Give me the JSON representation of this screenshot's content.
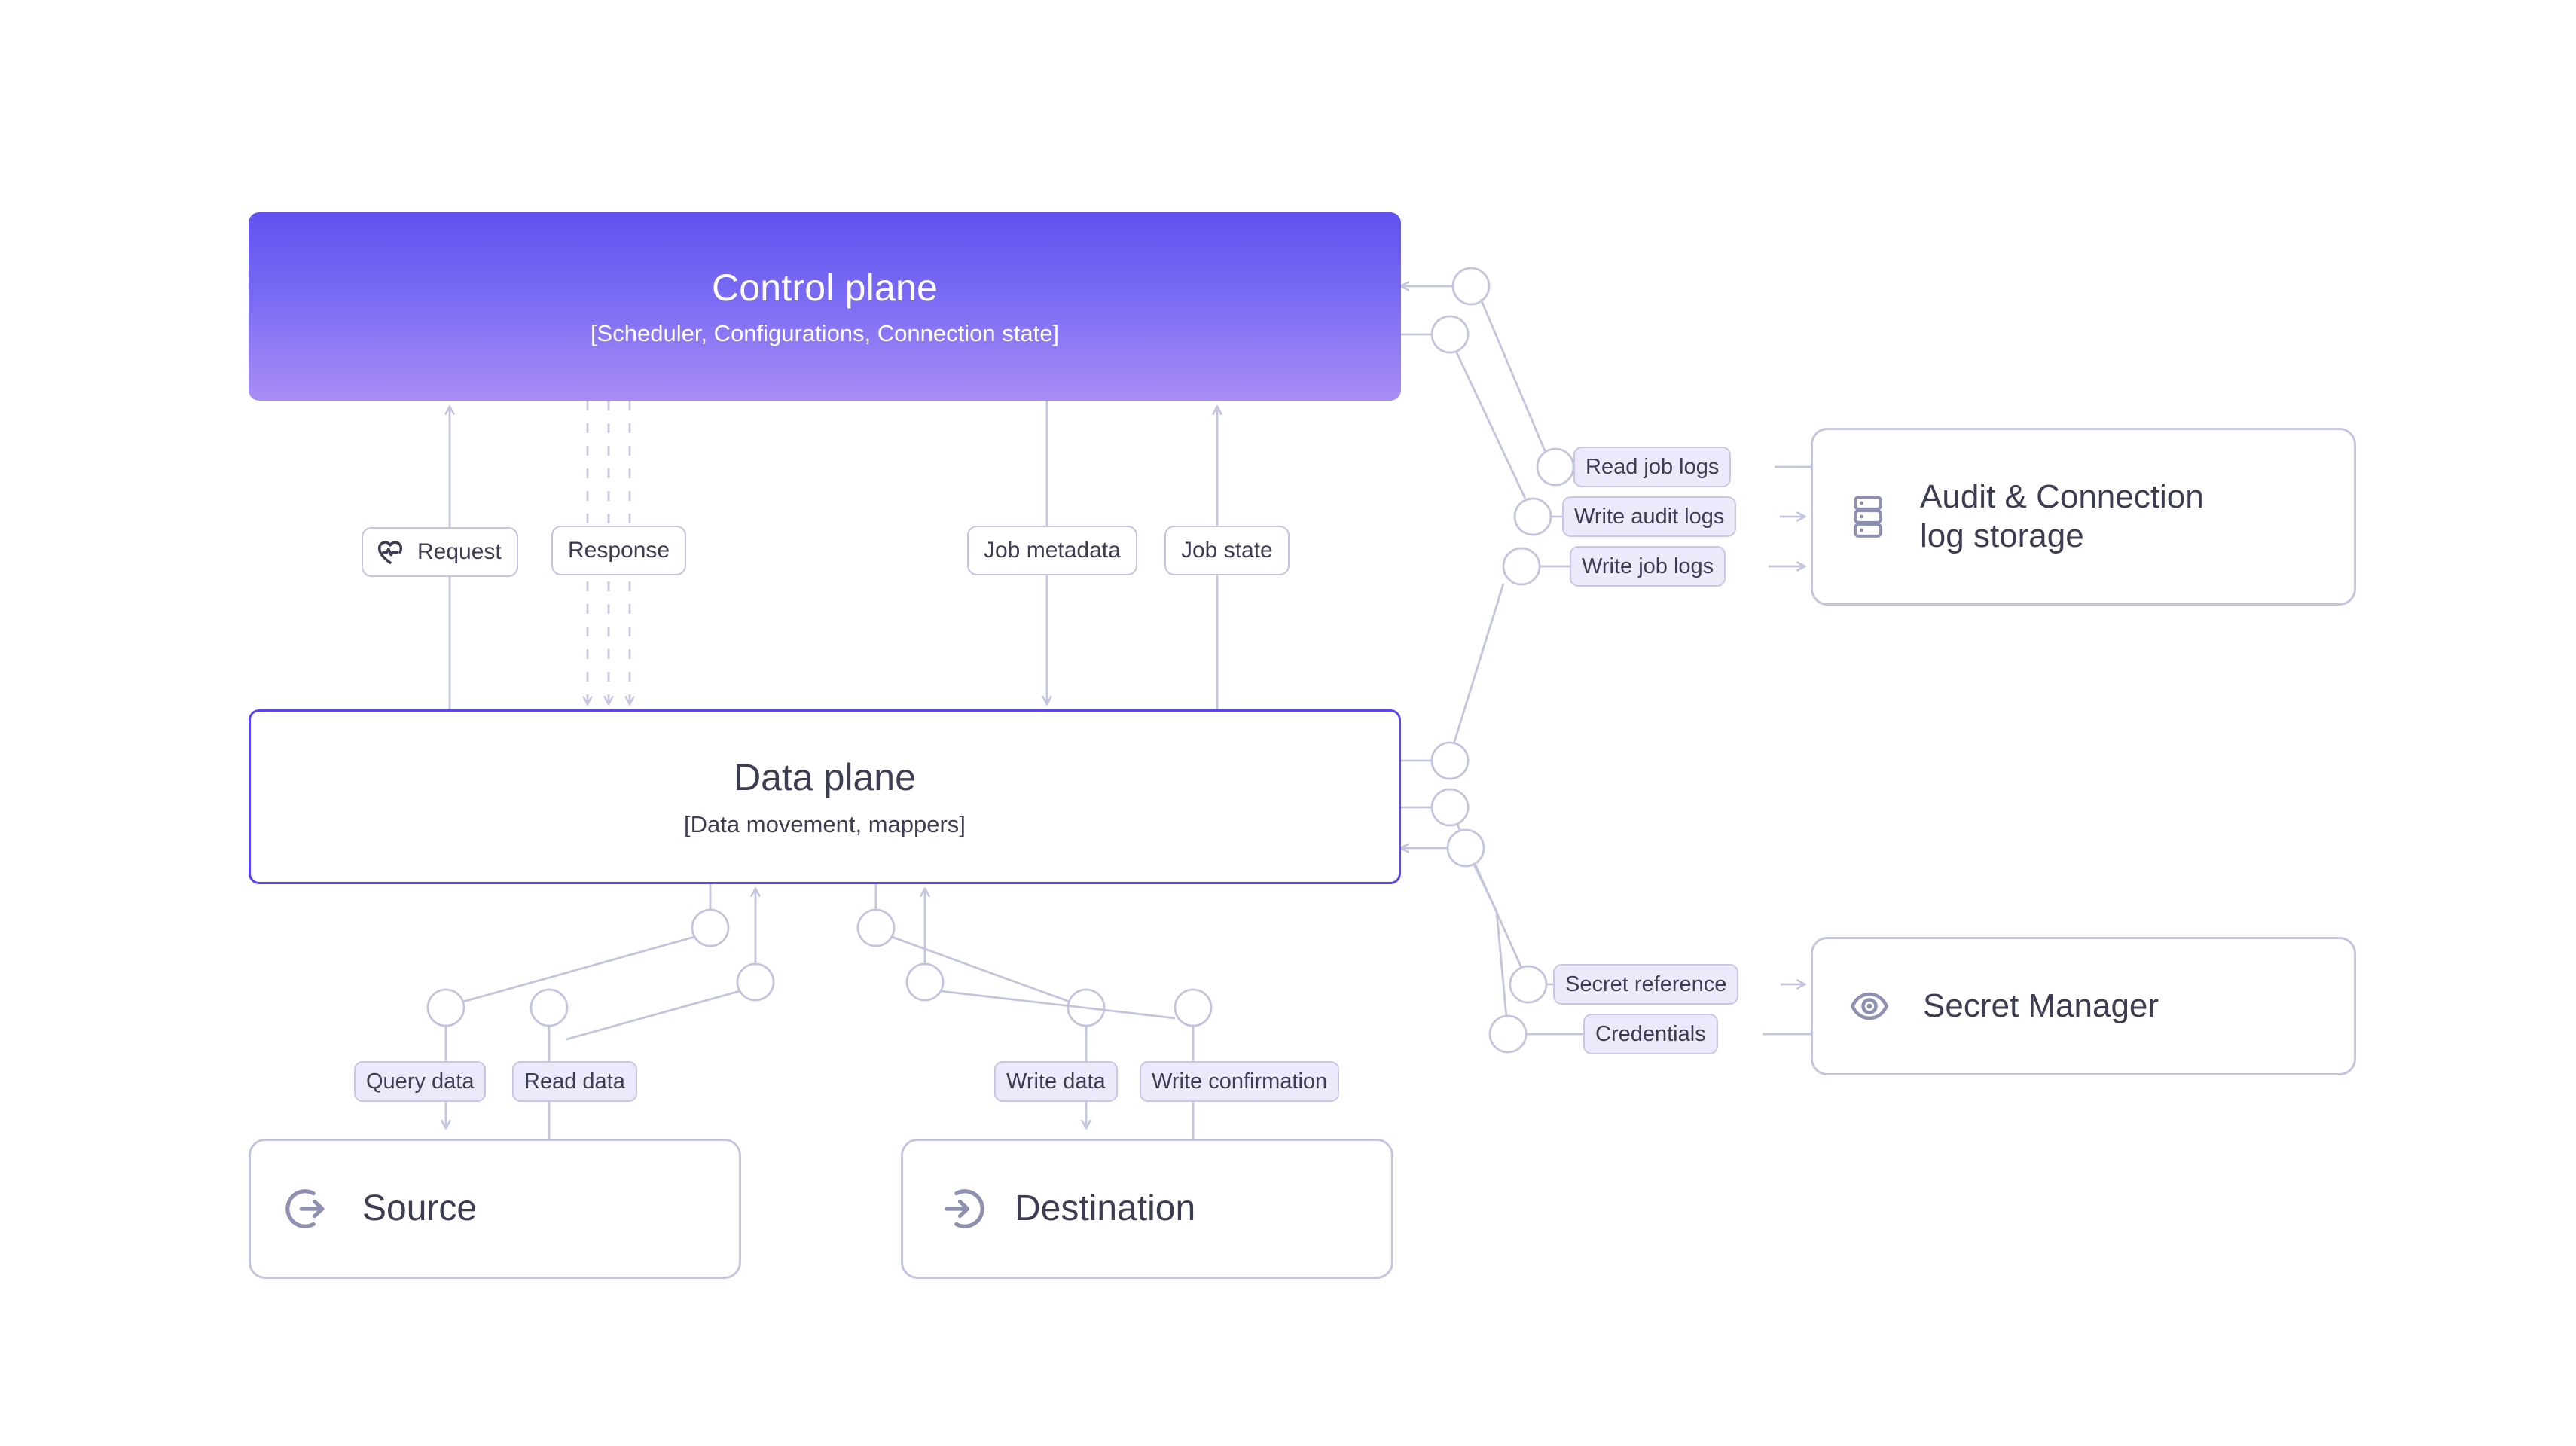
{
  "diagram": {
    "type": "architecture-flow",
    "background": "#ffffff",
    "accent": "#5a46f0",
    "gradient_from": "#6152f0",
    "gradient_to": "#a98df5",
    "line_color": "#c3c4de",
    "tag_fill": "#eceafa",
    "text_color": "#3c3d52"
  },
  "control_plane": {
    "title": "Control plane",
    "subtitle": "[Scheduler, Configurations, Connection state]"
  },
  "data_plane": {
    "title": "Data plane",
    "subtitle": "[Data movement, mappers]"
  },
  "protocol_chips": {
    "request": {
      "label": "Request",
      "icon": "heartbeat-icon"
    },
    "response": {
      "label": "Response"
    },
    "job_metadata": {
      "label": "Job metadata"
    },
    "job_state": {
      "label": "Job state"
    }
  },
  "services": {
    "audit_storage": {
      "label": "Audit & Connection\nlog storage",
      "line1": "Audit & Connection",
      "line2": "log storage",
      "icon": "database-stack-icon"
    },
    "secret_manager": {
      "label": "Secret Manager",
      "icon": "eye-icon"
    }
  },
  "endpoints": {
    "source": {
      "label": "Source",
      "icon": "arrow-out-circle-icon"
    },
    "destination": {
      "label": "Destination",
      "icon": "arrow-in-circle-icon"
    }
  },
  "edge_tags": {
    "read_job_logs": "Read job logs",
    "write_audit_logs": "Write audit logs",
    "write_job_logs": "Write job logs",
    "secret_reference": "Secret reference",
    "credentials": "Credentials",
    "query_data": "Query data",
    "read_data": "Read data",
    "write_data": "Write data",
    "write_confirmation": "Write confirmation"
  }
}
